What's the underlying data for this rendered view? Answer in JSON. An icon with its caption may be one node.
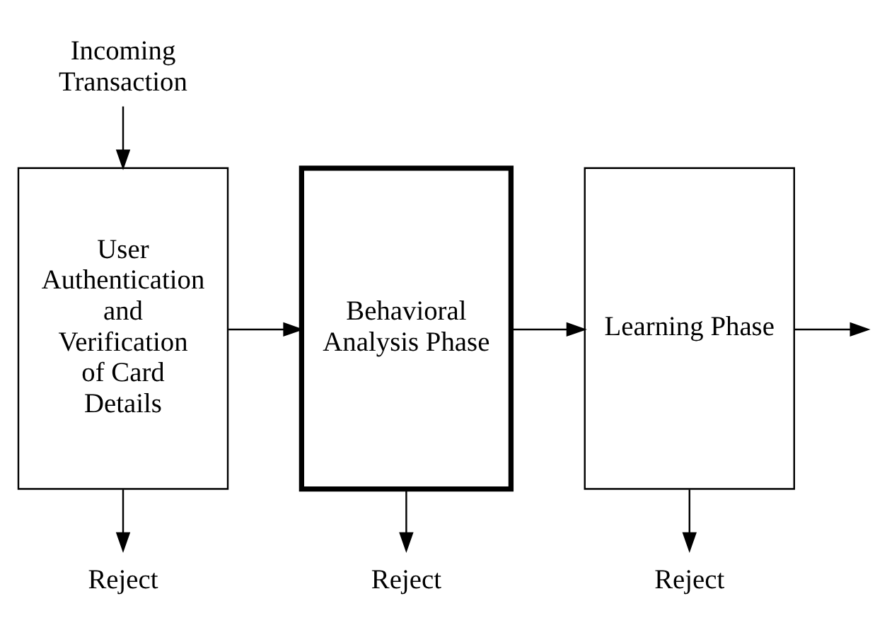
{
  "diagram": {
    "nodes": [
      {
        "text": [
          "Incoming Transaction"
        ]
      },
      {
        "text": [
          "User Authentication and Verification of Card Details"
        ]
      },
      {
        "text": [
          "Behavioral Analysis Phase"
        ]
      },
      {
        "text": [
          "Learning Phase"
        ]
      },
      {
        "text": [
          "Reject"
        ]
      },
      {
        "text": [
          "Reject"
        ]
      },
      {
        "text": [
          "Reject"
        ]
      }
    ],
    "edges": [
      {
        "from": 0,
        "to": 1,
        "arrow": "to"
      },
      {
        "from": 1,
        "to": 2,
        "arrow": "to"
      },
      {
        "from": 2,
        "to": 3,
        "arrow": "to"
      },
      {
        "from": 3,
        "to": null,
        "arrow": "to"
      },
      {
        "from": 1,
        "to": 4,
        "arrow": "to"
      },
      {
        "from": 2,
        "to": 5,
        "arrow": "to"
      },
      {
        "from": 3,
        "to": 6,
        "arrow": "to"
      }
    ]
  }
}
